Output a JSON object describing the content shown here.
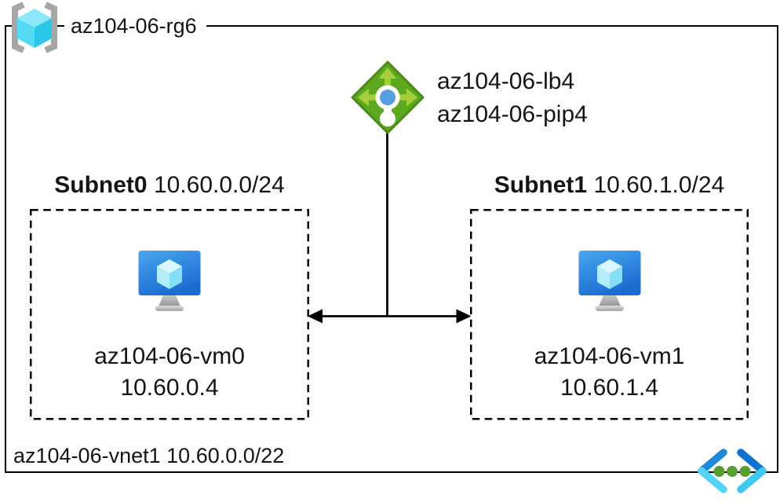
{
  "resource_group": {
    "name": "az104-06-rg6"
  },
  "load_balancer": {
    "name": "az104-06-lb4",
    "public_ip": "az104-06-pip4"
  },
  "subnets": [
    {
      "name": "Subnet0",
      "cidr": "10.60.0.0/24",
      "vm": {
        "name": "az104-06-vm0",
        "ip": "10.60.0.4"
      }
    },
    {
      "name": "Subnet1",
      "cidr": "10.60.1.0/24",
      "vm": {
        "name": "az104-06-vm1",
        "ip": "10.60.1.4"
      }
    }
  ],
  "vnet": {
    "name": "az104-06-vnet1",
    "cidr": "10.60.0.0/22"
  },
  "colors": {
    "outline": "#000000",
    "rg_bracket": "#a6a6a6",
    "rg_cube_top": "#8be9fa",
    "rg_cube_left": "#54daf3",
    "rg_cube_right": "#2ac7e9",
    "lb_diamond": "#5ca81f",
    "lb_diamond_edge": "#4b8a19",
    "lb_arrow": "#a6ce3a",
    "lb_dot": "#579ee3",
    "vm_cube_top": "#d9f7ff",
    "vm_cube_left": "#b3ecfc",
    "vm_cube_right": "#86dff7",
    "vnet_chevron_left_top": "#1e88d9",
    "vnet_chevron_left_bottom": "#54d4f6",
    "vnet_chevron_right_top": "#0e72ce",
    "vnet_chevron_right_bottom": "#3fc8f0",
    "vnet_dot": "#569f31"
  }
}
